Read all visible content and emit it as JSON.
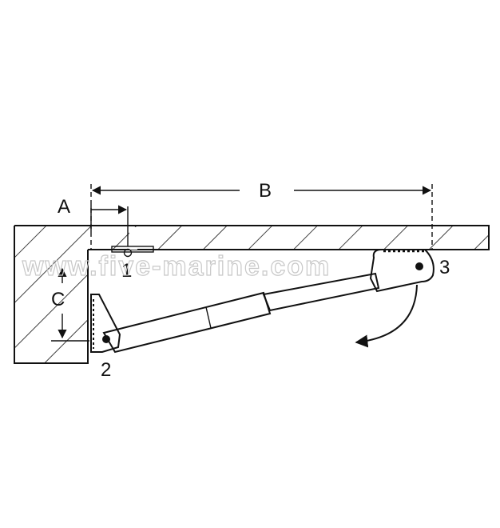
{
  "diagram": {
    "labels": {
      "a": "A",
      "b": "B",
      "c": "C",
      "p1": "1",
      "p2": "2",
      "p3": "3"
    },
    "watermark": "www.five-marine.com",
    "colors": {
      "line": "#111111",
      "watermark": "#c8c8c8",
      "background": "#ffffff"
    }
  }
}
